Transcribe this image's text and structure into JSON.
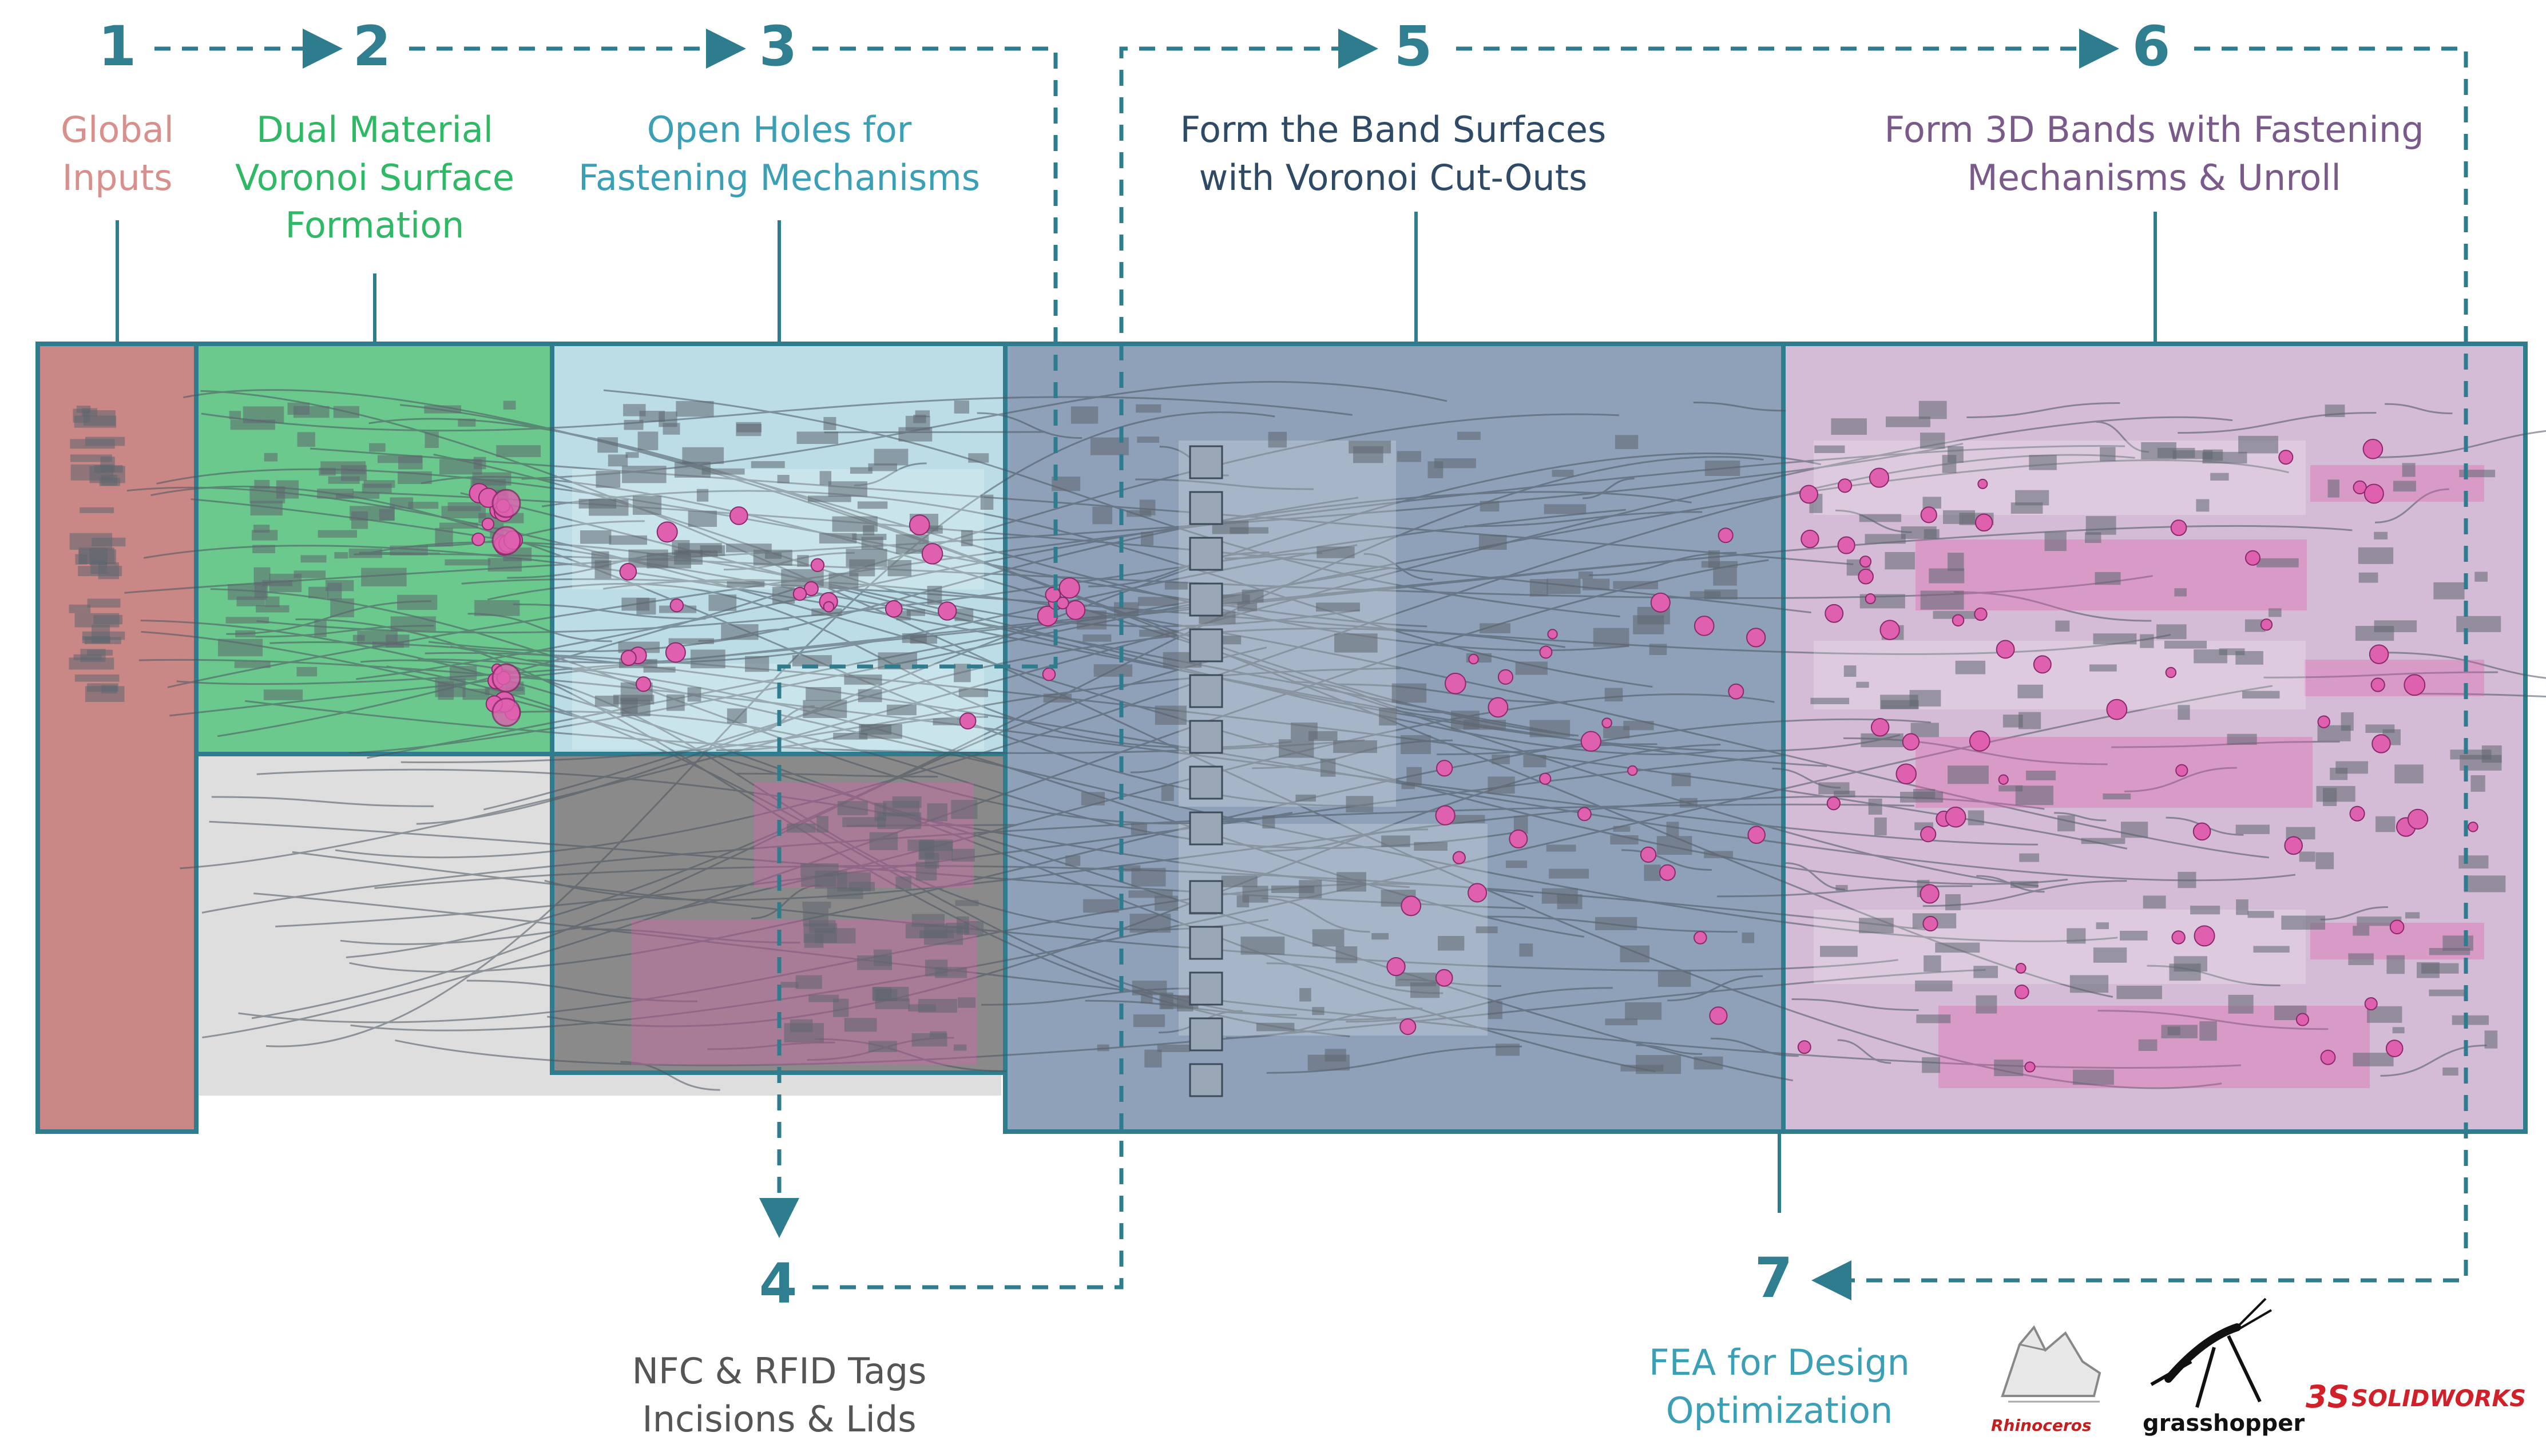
{
  "steps": [
    {
      "number": "1",
      "label": "Global\nInputs",
      "color": "#d9908c"
    },
    {
      "number": "2",
      "label": "Dual Material\nVoronoi Surface\nFormation",
      "color": "#2fb865"
    },
    {
      "number": "3",
      "label": "Open Holes for\nFastening Mechanisms",
      "color": "#3b9fb5"
    },
    {
      "number": "4",
      "label": "NFC & RFID Tags\nIncisions & Lids",
      "color": "#555555"
    },
    {
      "number": "5",
      "label": "Form  the Band Surfaces\nwith Voronoi  Cut-Outs",
      "color": "#2e4a66"
    },
    {
      "number": "6",
      "label": "Form  3D Bands with  Fastening\nMechanisms & Unroll",
      "color": "#7a5a8a"
    },
    {
      "number": "7",
      "label": "FEA for Design\nOptimization",
      "color": "#3b9fb5"
    }
  ],
  "colors": {
    "accent": "#2e7c8e",
    "panel_inputs": "#c98886",
    "panel_voronoi": "#6cc98d",
    "panel_holes": "#bcdde6",
    "panel_tags": "#8a8a8a",
    "panel_band": "#8ea1b9",
    "panel_3d": "#d4bcd6",
    "canvas_bg": "#dedede",
    "node_pink": "#e060b0"
  },
  "logos": [
    {
      "name": "rhinoceros-logo",
      "text": "Rhinoceros"
    },
    {
      "name": "grasshopper-logo",
      "text": "grasshopper"
    },
    {
      "name": "solidworks-logo",
      "text": "SOLIDWORKS"
    }
  ]
}
